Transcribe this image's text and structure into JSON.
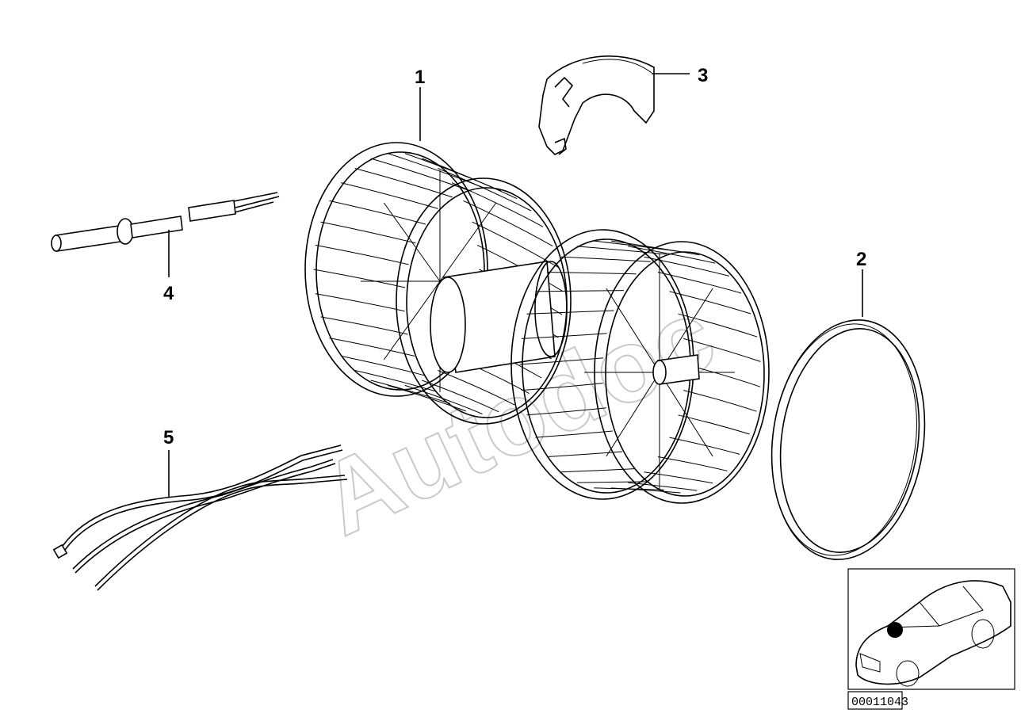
{
  "labels": {
    "p1": "1",
    "p2": "2",
    "p3": "3",
    "p4": "4",
    "p5": "5"
  },
  "watermark": "Autodoc",
  "reference_number": "00011043",
  "icons": {
    "blower": "blower-motor-icon",
    "ring": "seal-ring-icon",
    "clamp": "clamp-bracket-icon",
    "sensor": "temperature-sensor-icon",
    "harness": "wiring-harness-icon",
    "car": "car-location-icon"
  },
  "colors": {
    "ink": "#000000",
    "watermark": "#c9c9c9",
    "background": "#ffffff"
  }
}
